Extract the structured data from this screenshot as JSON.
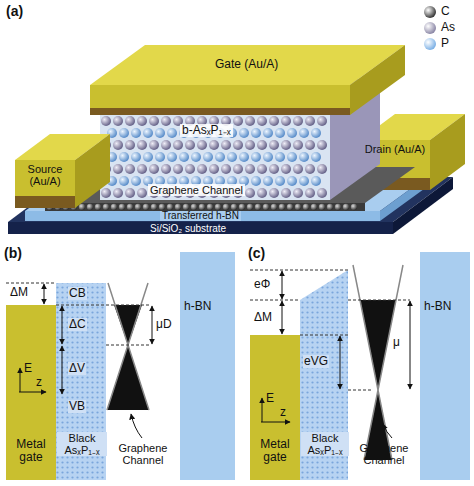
{
  "diagram": {
    "labels": [
      "(a)",
      "Gate (Au/A)",
      "Source (Au/A)",
      "Drain (Au/A)",
      "b-AsₓP₁₋ₓ",
      "Graphene Channel",
      "Transferred h-BN",
      "Si/SiO₂ substrate",
      "(b)",
      "ΔM",
      "CB",
      "ΔC",
      "μD",
      "ΔV",
      "VB",
      "E",
      "z",
      "Metal gate",
      "Black AsₓP₁₋ₓ",
      "Graphene Channel",
      "h-BN",
      "(c)",
      "eΦ",
      "ΔM",
      "eVG",
      "μ",
      "E",
      "z",
      "Metal gate",
      "Black AsₓP₁₋ₓ",
      "Graphene Channel",
      "h-BN"
    ],
    "legend": [
      {
        "text": "C",
        "color": "#3c3c3c"
      },
      {
        "text": "As",
        "color": "#8e8aa8"
      },
      {
        "text": "P",
        "color": "#7fb2e6"
      }
    ]
  }
}
